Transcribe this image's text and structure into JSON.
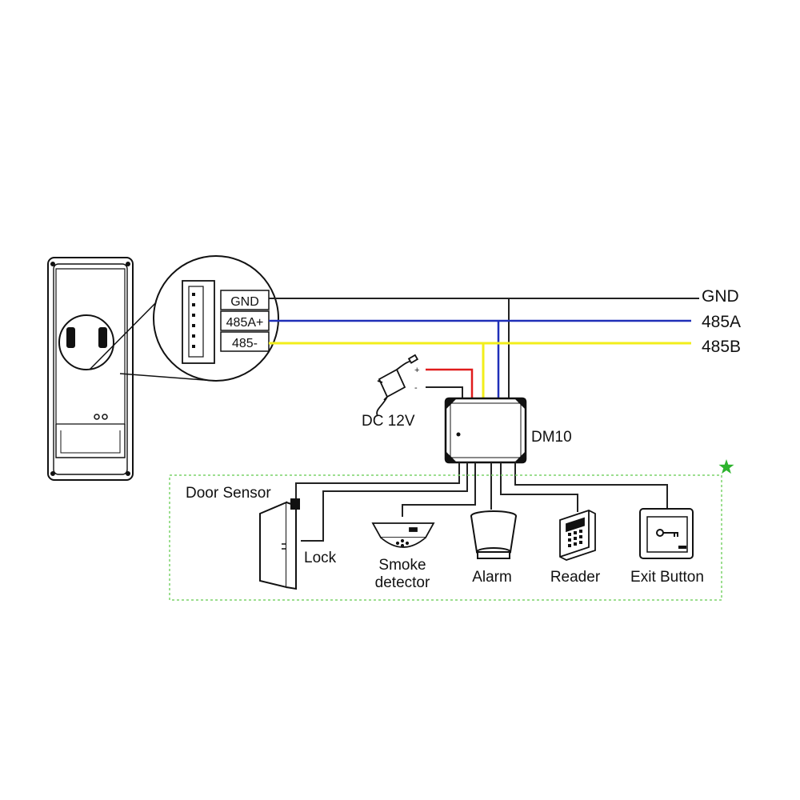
{
  "terminals": {
    "gnd": "GND",
    "a": "485A+",
    "b": "485-"
  },
  "bus": {
    "gnd": "GND",
    "a": "485A",
    "b": "485B"
  },
  "power": {
    "label": "DC 12V",
    "plus": "+",
    "minus": "-"
  },
  "module": {
    "label": "DM10"
  },
  "devices": {
    "door_sensor": "Door Sensor",
    "lock": "Lock",
    "smoke_line1": "Smoke",
    "smoke_line2": "detector",
    "alarm": "Alarm",
    "reader": "Reader",
    "exit_button": "Exit Button"
  },
  "colors": {
    "gnd_wire": "#222222",
    "a_wire": "#1f2fb8",
    "b_wire": "#f2ee1a",
    "power_wire": "#e01c1c",
    "optional_box": "#7bd36a",
    "star": "#2db32d"
  },
  "icons": {
    "terminal": "device-front-icon",
    "power": "power-adapter-icon",
    "module": "dm10-module-icon",
    "door": "door-icon",
    "smoke": "smoke-detector-icon",
    "alarm": "alarm-siren-icon",
    "reader": "keypad-reader-icon",
    "exit": "exit-button-icon",
    "star": "star-icon"
  }
}
